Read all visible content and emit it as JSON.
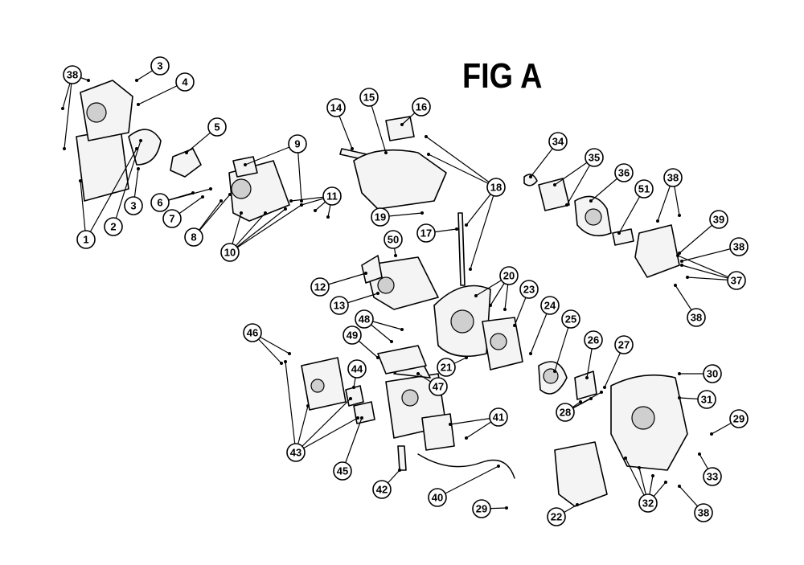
{
  "figure": {
    "title": "FIG A"
  },
  "colors": {
    "ink": "#000000",
    "paper": "#ffffff",
    "part_fill": "#f4f4f4",
    "shade": "#cfcfcf"
  },
  "callouts": [
    {
      "label": "38",
      "part": "upper-left-screws"
    },
    {
      "label": "3",
      "part": "top-screw"
    },
    {
      "label": "4",
      "part": "washer"
    },
    {
      "label": "5",
      "part": "small-gear"
    },
    {
      "label": "9",
      "part": "carb-screw"
    },
    {
      "label": "1",
      "part": "housing-left"
    },
    {
      "label": "2",
      "part": "housing-right"
    },
    {
      "label": "3",
      "part": "lower-screw"
    },
    {
      "label": "6",
      "part": "gear-pins"
    },
    {
      "label": "7",
      "part": "pin-small"
    },
    {
      "label": "8",
      "part": "spring-pins"
    },
    {
      "label": "10",
      "part": "carburetor-body"
    },
    {
      "label": "11",
      "part": "carb-screws-right"
    },
    {
      "label": "14",
      "part": "rail"
    },
    {
      "label": "15",
      "part": "tank"
    },
    {
      "label": "16",
      "part": "cap"
    },
    {
      "label": "18",
      "part": "hardware-set"
    },
    {
      "label": "19",
      "part": "clip"
    },
    {
      "label": "17",
      "part": "fuel-line"
    },
    {
      "label": "50",
      "part": "elbow"
    },
    {
      "label": "12",
      "part": "bracket"
    },
    {
      "label": "13",
      "part": "pump-unit"
    },
    {
      "label": "34",
      "part": "ring"
    },
    {
      "label": "35",
      "part": "hub-screws"
    },
    {
      "label": "36",
      "part": "clutch-drum"
    },
    {
      "label": "51",
      "part": "spring-coil"
    },
    {
      "label": "38",
      "part": "right-top-screws"
    },
    {
      "label": "39",
      "part": "bracket-right"
    },
    {
      "label": "38",
      "part": "bracket-screw"
    },
    {
      "label": "37",
      "part": "bracket-bolts"
    },
    {
      "label": "38",
      "part": "lower-right-screw"
    },
    {
      "label": "20",
      "part": "plate-screws"
    },
    {
      "label": "23",
      "part": "ignition-coil"
    },
    {
      "label": "24",
      "part": "shaft-pin"
    },
    {
      "label": "25",
      "part": "flywheel"
    },
    {
      "label": "26",
      "part": "pawl"
    },
    {
      "label": "27",
      "part": "spring"
    },
    {
      "label": "28",
      "part": "pawl-screws"
    },
    {
      "label": "30",
      "part": "clip-top"
    },
    {
      "label": "31",
      "part": "fan-housing"
    },
    {
      "label": "29",
      "part": "pin-right"
    },
    {
      "label": "33",
      "part": "screw-right"
    },
    {
      "label": "32",
      "part": "housing-screws"
    },
    {
      "label": "38",
      "part": "bottom-screw"
    },
    {
      "label": "22",
      "part": "starter-cover"
    },
    {
      "label": "21",
      "part": "plate-bottom-screw"
    },
    {
      "label": "48",
      "part": "plug-leads"
    },
    {
      "label": "49",
      "part": "gasket"
    },
    {
      "label": "47",
      "part": "piston"
    },
    {
      "label": "46",
      "part": "muffler-screws"
    },
    {
      "label": "44",
      "part": "spark-shield"
    },
    {
      "label": "43",
      "part": "muffler-parts"
    },
    {
      "label": "45",
      "part": "muffler-gasket"
    },
    {
      "label": "41",
      "part": "module-screws"
    },
    {
      "label": "42",
      "part": "spark-plug"
    },
    {
      "label": "40",
      "part": "wire"
    },
    {
      "label": "29",
      "part": "terminal"
    }
  ]
}
